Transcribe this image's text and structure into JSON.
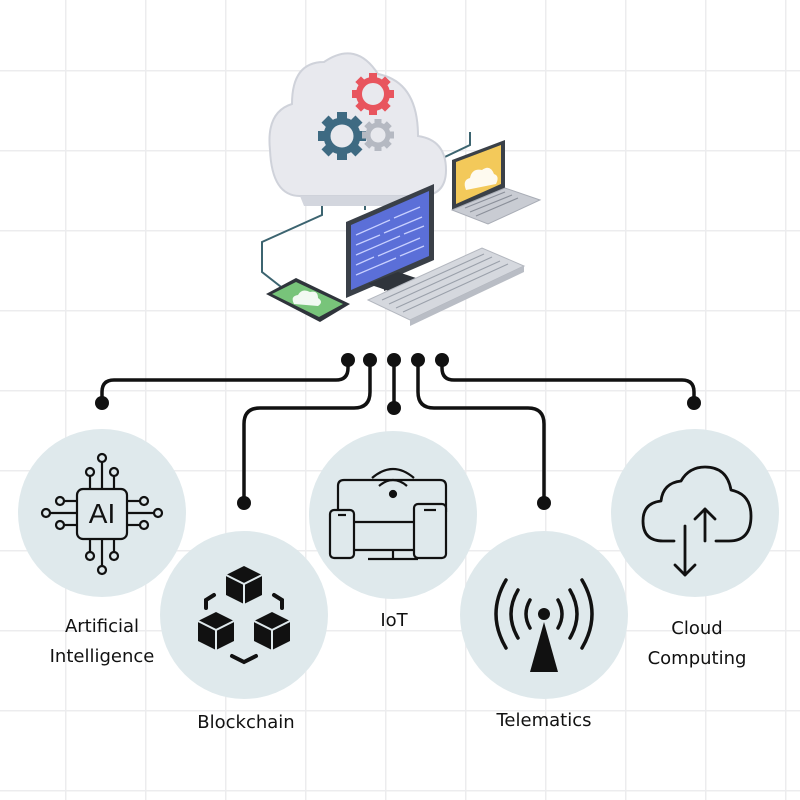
{
  "colors": {
    "circle_fill": "#dfe9ec",
    "connector": "#111111",
    "cloud_fill": "#e8e9ee",
    "gear_red": "#e8555e",
    "gear_blue": "#3e6a82",
    "gear_grey": "#b5b9c2",
    "monitor_screen": "#5b6fd8",
    "laptop_screen": "#f3c95a",
    "tablet_screen": "#78c47a",
    "wire": "#3c6470"
  },
  "hub": {
    "cloud_icon": "cloud-gears-icon",
    "devices": [
      "monitor-icon",
      "laptop-icon",
      "tablet-icon",
      "keyboard-icon"
    ]
  },
  "technologies": [
    {
      "id": "ai",
      "lines": [
        "Artificial",
        "Intelligence"
      ],
      "icon": "ai-chip-icon",
      "icon_text": "AI"
    },
    {
      "id": "blockchain",
      "lines": [
        "Blockchain"
      ],
      "icon": "blockchain-cubes-icon"
    },
    {
      "id": "iot",
      "lines": [
        "IoT"
      ],
      "icon": "iot-devices-icon"
    },
    {
      "id": "telematics",
      "lines": [
        "Telematics"
      ],
      "icon": "signal-tower-icon"
    },
    {
      "id": "cloud",
      "lines": [
        "Cloud",
        "Computing"
      ],
      "icon": "cloud-sync-icon"
    }
  ]
}
